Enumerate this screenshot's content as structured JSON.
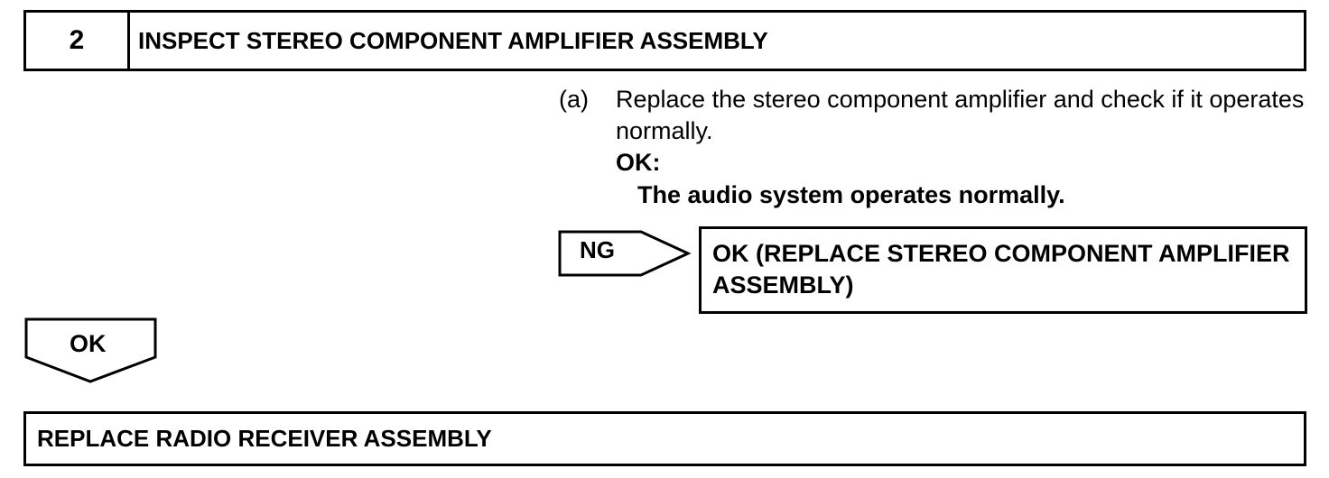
{
  "step": {
    "number": "2",
    "title": "INSPECT STEREO COMPONENT AMPLIFIER ASSEMBLY"
  },
  "instruction": {
    "label": "(a)",
    "text": "Replace the stereo component amplifier and check if it operates normally.",
    "ok_label": "OK:",
    "ok_detail": "The audio system operates normally."
  },
  "ng_branch": {
    "label": "NG",
    "result": "OK (REPLACE STEREO COMPONENT AMPLIFIER ASSEMBLY)"
  },
  "ok_branch": {
    "label": "OK"
  },
  "final_step": {
    "text": "REPLACE RADIO RECEIVER ASSEMBLY"
  }
}
